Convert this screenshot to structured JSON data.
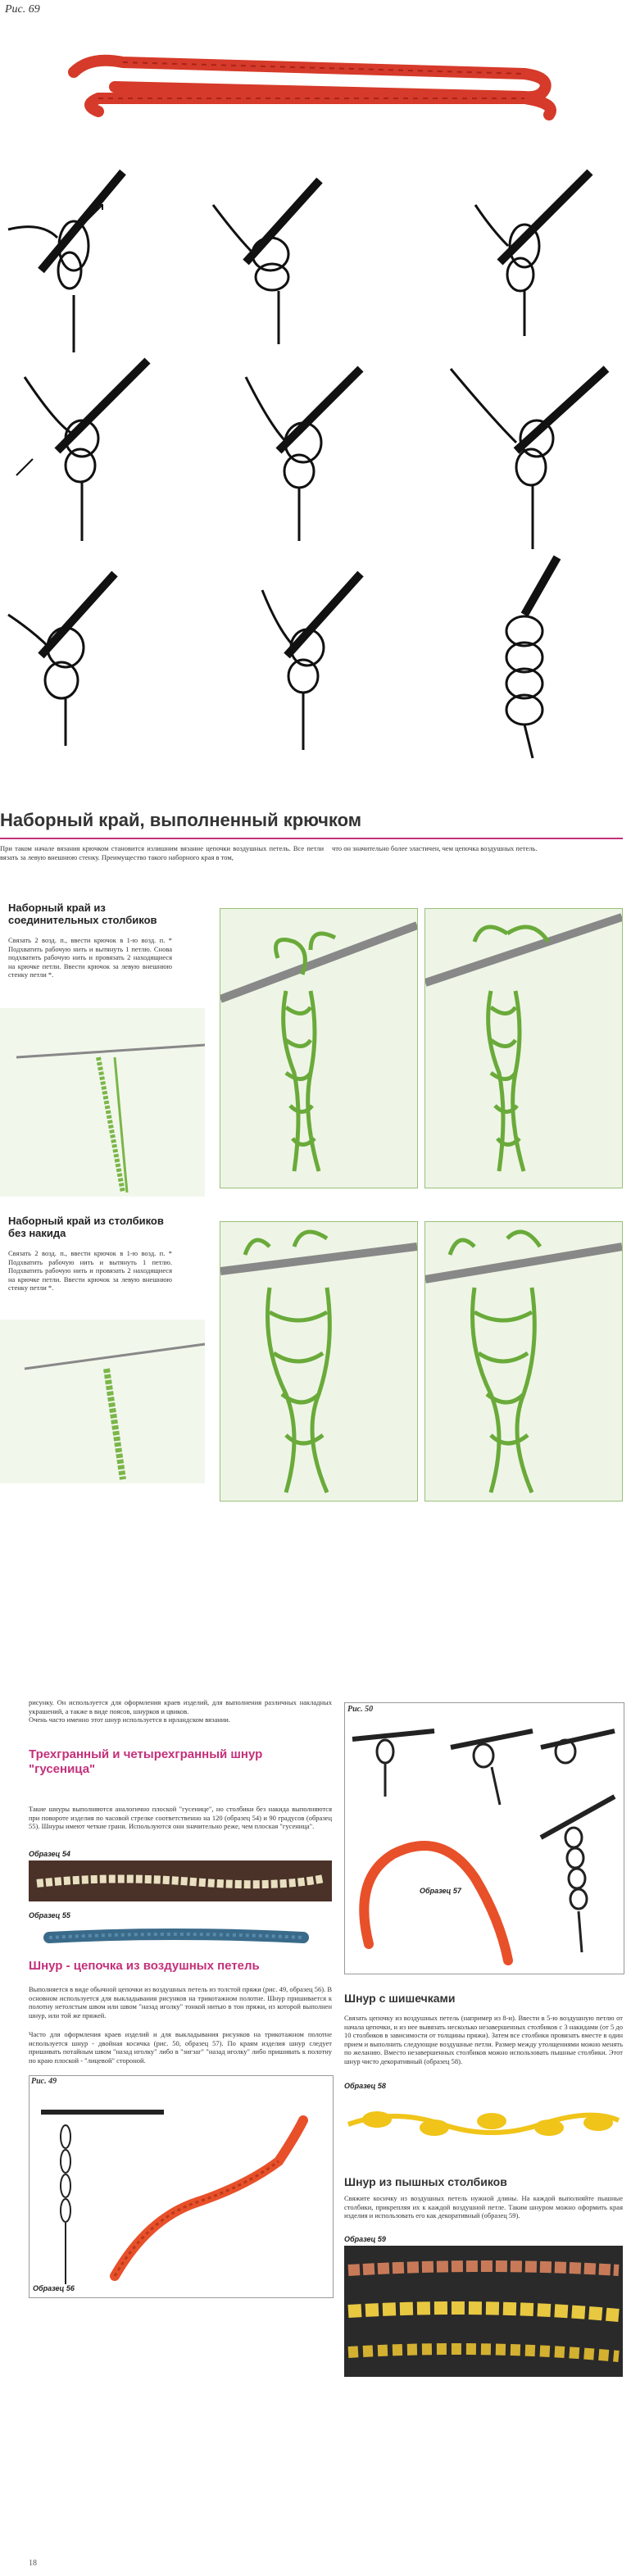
{
  "top_figure": {
    "label": "Рис. 69"
  },
  "book_page_1": {
    "title": "Наборный край, выполненный крючком",
    "intro_left": "При таком начале вязания крючком становится излишним вязание цепочки воздушных петель. Все петли вязать за левую внешнюю стенку. Преимущество такого наборного края в том,",
    "intro_right": "что он значительно более эластичен, чем цепочка воздушных петель.",
    "section1_heading": "Наборный край из соединительных столбиков",
    "section1_text": "Связать 2 возд. п., ввести крючок в 1-ю возд. п. * Подхватить рабочую нить и вытянуть 1 петлю. Снова подхватить рабочую нить и провязать 2 находящиеся на крючке петли. Ввести крючок за левую внешнюю стенку петли *.",
    "section2_heading": "Наборный край из столбиков без накида",
    "section2_text": "Связать 2 возд. п., ввести крючок в 1-ю возд. п. * Подхватить рабочую нить и вытянуть 1 петлю. Подхватить рабочую нить и провязать 2 находящиеся на крючке петли. Ввести крючок за левую внешнюю стенку петли *."
  },
  "book_page_2": {
    "top_text": "рисунку. Он используется для оформления краев изделий, для выполнения различных накладных украшений, а также в виде поясов, шнурков и цвиков.",
    "top_text2": "Очень часто именно этот шнур используется в ирландском вязании.",
    "heading1": "Трехгранный и четырехгранный шнур \"гусеница\"",
    "text1": "Такие шнуры выполняются аналогично плоской \"гусенице\", но столбики без накида выполняются при повороте изделия по часовой стрелке соответственно на 120 (образец 54) и 90 градусов (образец 55). Шнуры имеют четкие грани. Используются они значительно реже, чем плоская \"гусеница\".",
    "sample54": "Образец 54",
    "sample55": "Образец 55",
    "heading2": "Шнур - цепочка из воздушных петель",
    "text2": "Выполняется в виде обычной цепочки из воздушных петель из толстой пряжи (рис. 49, образец 56). В основном используется для выкладывания рисунков на трикотажном полотне. Шнур пришивается к полотну нетолстым швом или швом \"назад иголку\" тонкой нитью в тон пряжи, из которой выполнен шнур, или той же пряжей.",
    "text3": "Часто для оформления краев изделий и для выкладывания рисунков на трикотажном полотне используется шнур - двойная косичка (рис. 50, образец 57). По краям изделия шнур следует пришивать потайным швом \"назад иголку\" либо в \"зигзаг\" \"назад иголку\" либо пришивать к полотну по краю плоской - \"лицевой\" стороной.",
    "fig49": "Рис. 49",
    "sample56": "Образец 56",
    "fig50": "Рис. 50",
    "sample57": "Образец 57",
    "heading3": "Шнур с шишечками",
    "text4": "Связать цепочку из воздушных петель (например из 8-и). Ввести в 5-ю воздушную петлю от начала цепочки, и из нее вывязать несколько незавершенных столбиков с 3 накидами (от 5 до 10 столбиков в зависимости от толщины пряжи). Затем все столбики провязать вместе в один прием и выполнить следующие воздушные петли. Размер между утолщениями можно менять по желанию. Вместо незавершенных столбиков можно использовать пышные столбики. Этот шнур чисто декоративный (образец 58).",
    "sample58": "Образец 58",
    "heading4": "Шнур из пышных столбиков",
    "text5": "Свяжите косичку из воздушных петель нужной длины. На каждой выполняйте пышные столбики, прикрепляя их к каждой воздушной петле. Таким шнуром можно оформить края изделия и использовать его как декоративный (образец 59).",
    "sample59": "Образец 59",
    "page_number": "18"
  },
  "colors": {
    "red_cord": "#d63a2a",
    "green_yarn": "#7ab648",
    "heading_pink": "#c4307a",
    "orange_cord": "#e8502a",
    "yellow_cord": "#f0c419"
  }
}
